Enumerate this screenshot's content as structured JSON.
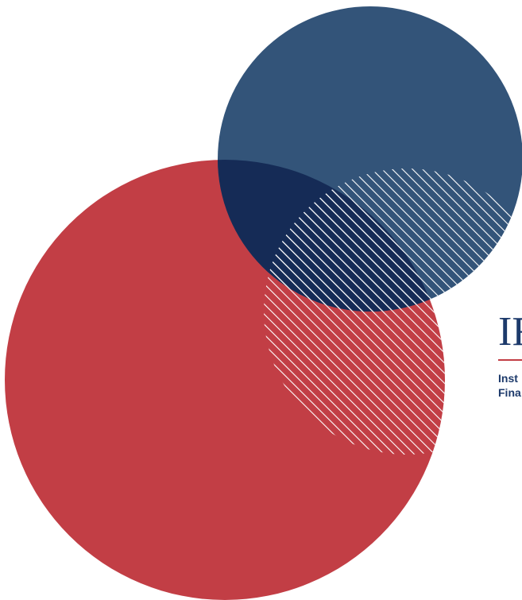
{
  "colors": {
    "background": "#ffffff",
    "red": "#c23e45",
    "blue": "#335479",
    "overlap": "#152b56",
    "hatch_stroke": "#ffffff",
    "logo_text": "#1d3a6b",
    "logo_accent": "#c23e45"
  },
  "logo": {
    "mark": "IF",
    "line1": "Inst",
    "line2": "Fina"
  }
}
